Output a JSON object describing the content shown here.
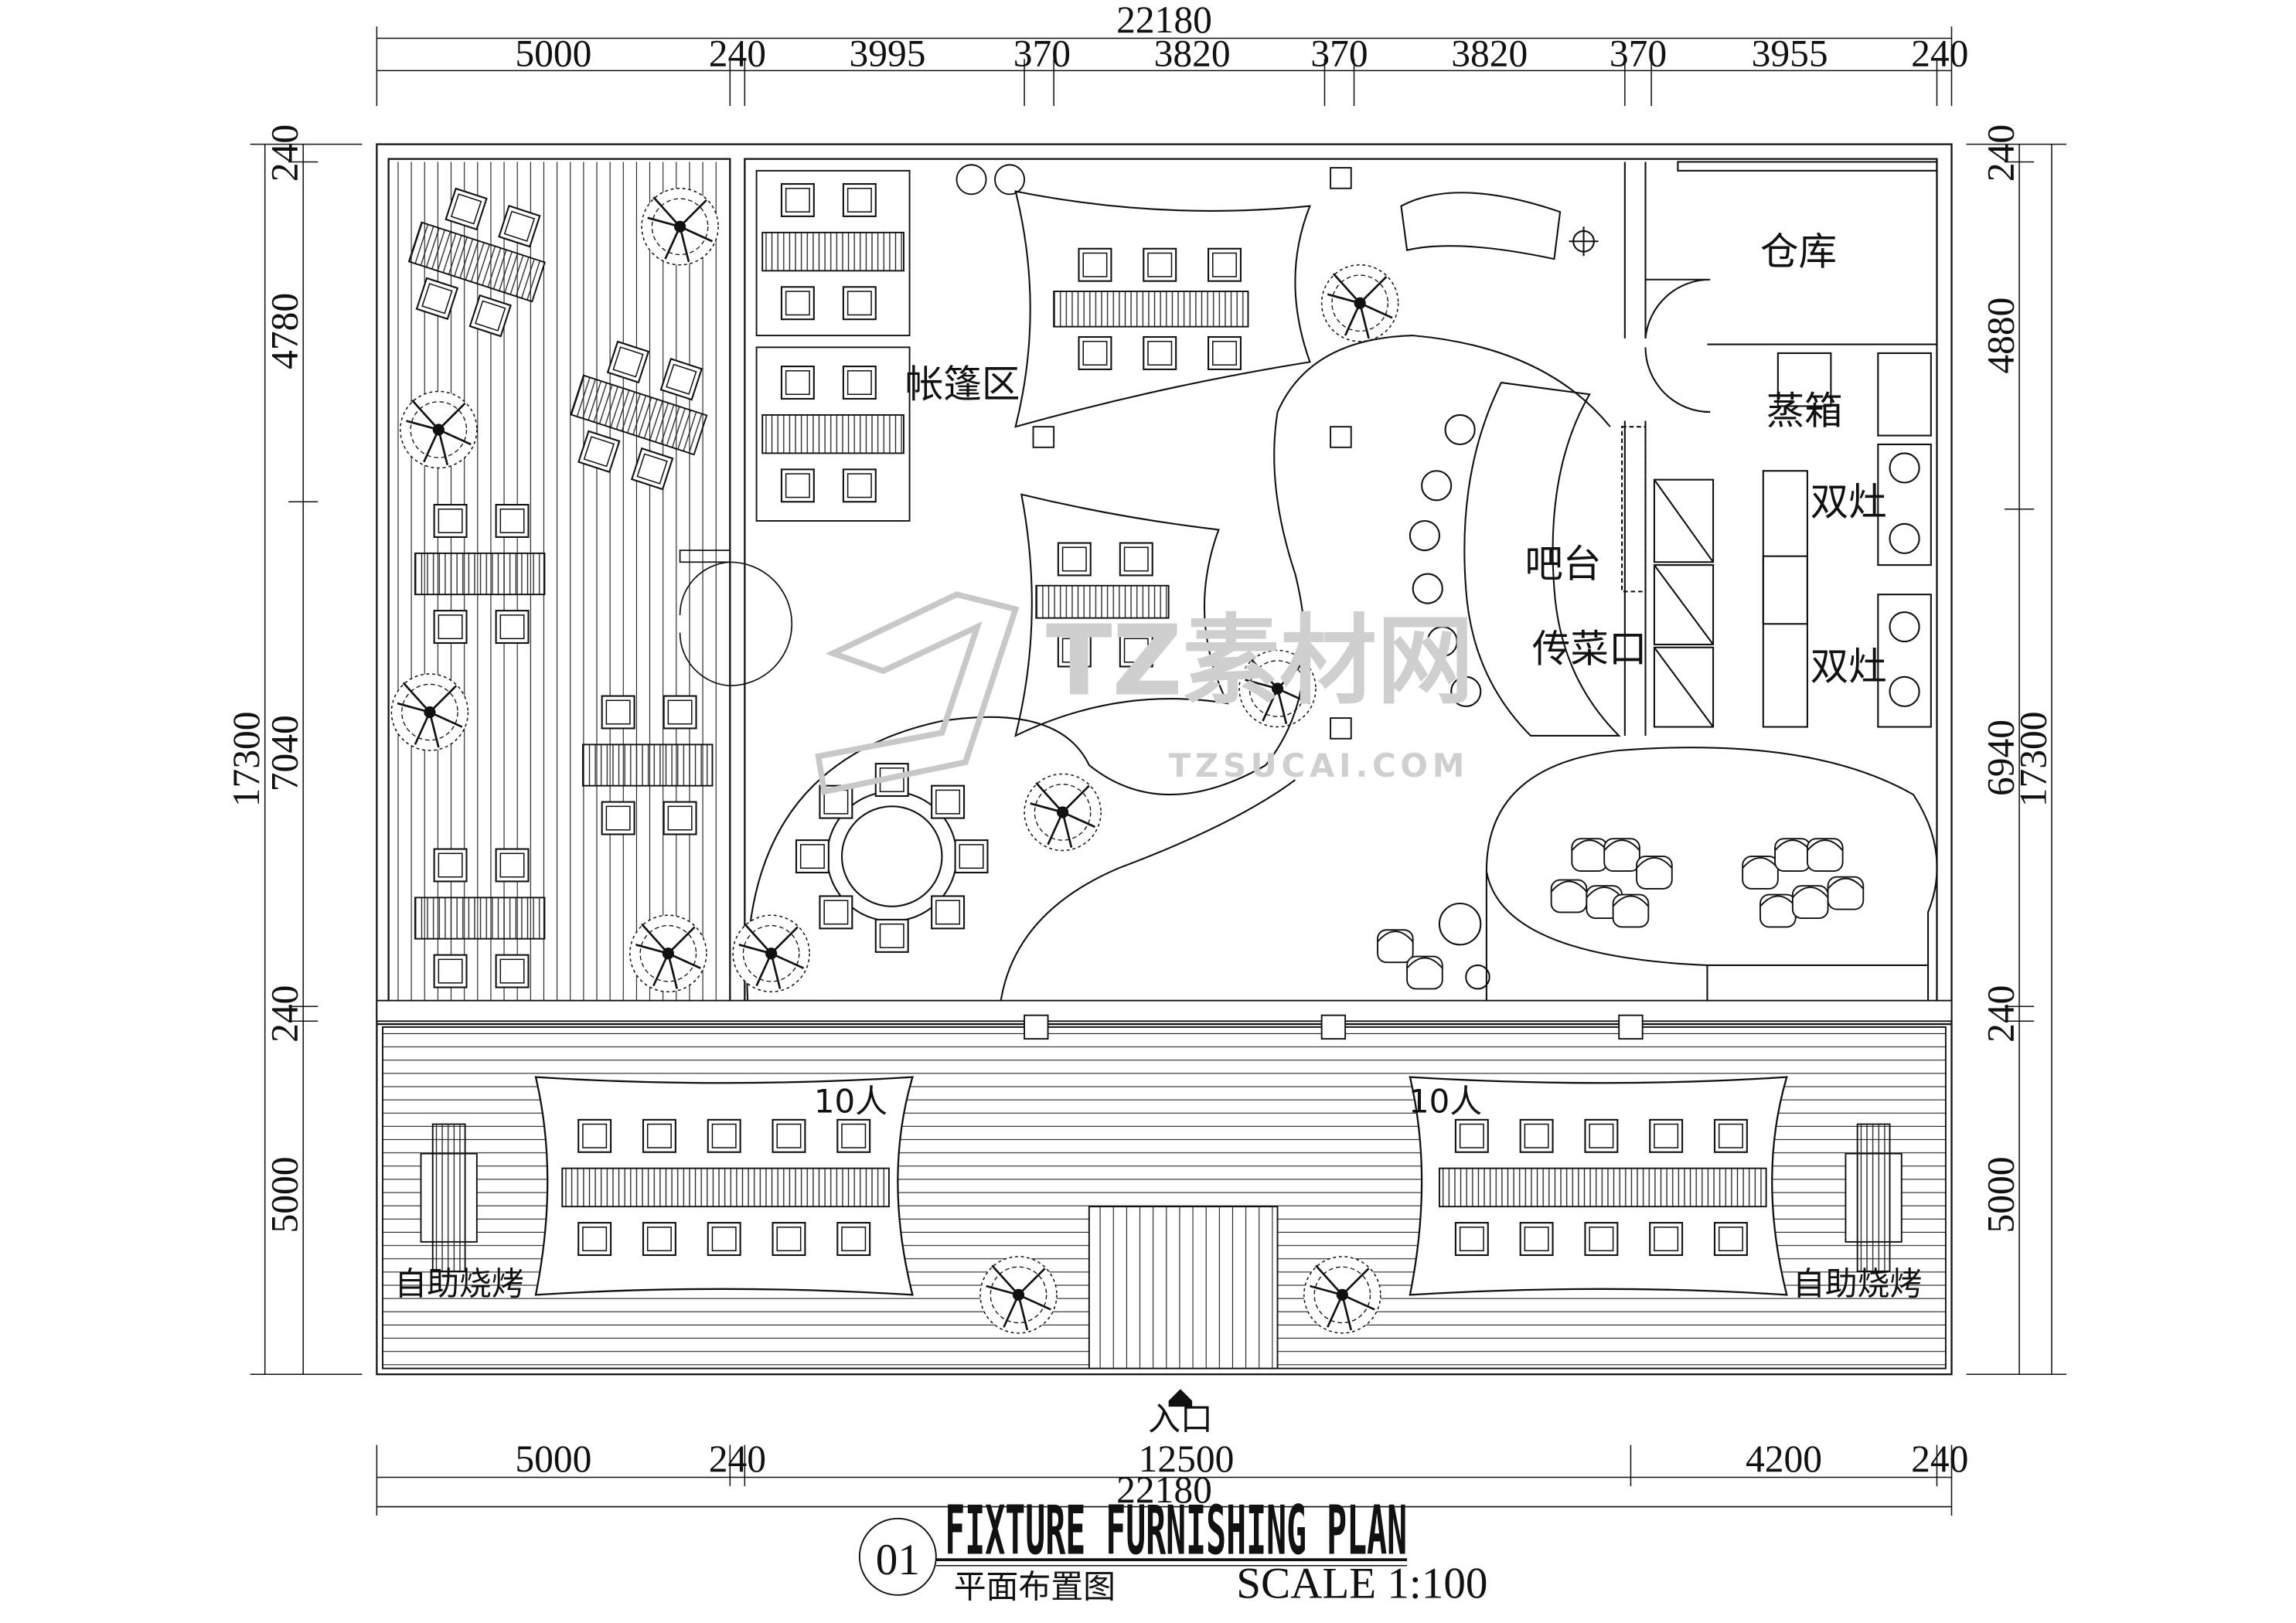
{
  "dimensions": {
    "top_total": "22180",
    "top_segments": [
      "5000",
      "240",
      "3995",
      "370",
      "3820",
      "370",
      "3820",
      "370",
      "3955",
      "240"
    ],
    "bottom_segments": [
      "5000",
      "240",
      "12500",
      "4200",
      "240"
    ],
    "bottom_total": "22180",
    "left_total": "17300",
    "left_segments": [
      "240",
      "4780",
      "7040",
      "240",
      "5000"
    ],
    "right_total": "17300",
    "right_segments": [
      "240",
      "4880",
      "6940",
      "240",
      "5000"
    ]
  },
  "rooms": {
    "tent_area": "帐篷区",
    "warehouse": "仓库",
    "steam_box": "蒸箱",
    "double_stove_1": "双灶",
    "double_stove_2": "双灶",
    "bar": "吧台",
    "pass_window": "传菜口",
    "bbq_left": "自助烧烤",
    "bbq_right": "自助烧烤",
    "ten_people_left": "10人",
    "ten_people_right": "10人",
    "entrance": "入口"
  },
  "watermark": {
    "main": "TZ素材网",
    "url": "TZSUCAI.COM"
  },
  "title_block": {
    "number": "01",
    "title": "FIXTURE FURNISHING PLAN",
    "subtitle": "平面布置图",
    "scale": "SCALE 1:100"
  },
  "colors": {
    "line": "#111111",
    "watermark": "#cfcfcf"
  }
}
